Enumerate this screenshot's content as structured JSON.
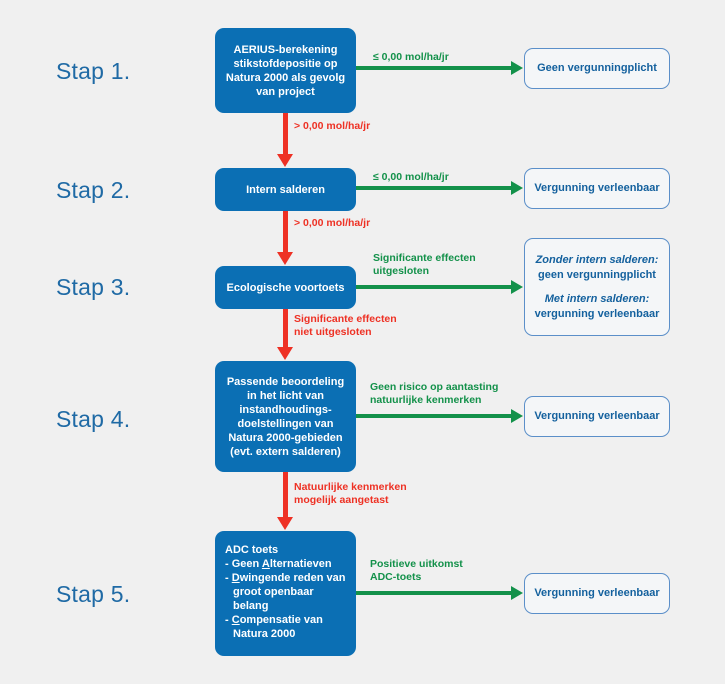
{
  "colors": {
    "background": "#f0f0f0",
    "process_blue": "#0b6fb4",
    "outcome_border": "#5b8fc9",
    "outcome_text": "#14619e",
    "step_label": "#1f6aa5",
    "arrow_green": "#13914a",
    "arrow_red": "#ee3124"
  },
  "steps": [
    {
      "label": "Stap 1."
    },
    {
      "label": "Stap 2."
    },
    {
      "label": "Stap 3."
    },
    {
      "label": "Stap 4."
    },
    {
      "label": "Stap 5."
    }
  ],
  "process_boxes": [
    {
      "id": "aerius-berekening",
      "lines": [
        "AERIUS-berekening",
        "stikstofdepositie op",
        "Natura 2000 als gevolg",
        "van project"
      ]
    },
    {
      "id": "intern-salderen",
      "lines": [
        "Intern salderen"
      ]
    },
    {
      "id": "ecologische-voortoets",
      "lines": [
        "Ecologische voortoets"
      ]
    },
    {
      "id": "passende-beoordeling",
      "lines": [
        "Passende beoordeling",
        "in het licht van",
        "instandhoudings-",
        "doelstellingen van",
        "Natura 2000-gebieden",
        "(evt. extern salderen)"
      ]
    },
    {
      "id": "adc-toets",
      "title": "ADC toets",
      "bullets": [
        {
          "prefix": "- Geen ",
          "underline": "A",
          "rest": "lternatieven"
        },
        {
          "prefix": "- ",
          "underline": "D",
          "rest": "wingende reden van"
        },
        {
          "indent": "groot openbaar"
        },
        {
          "indent": "belang"
        },
        {
          "prefix": "- ",
          "underline": "C",
          "rest": "ompensatie van"
        },
        {
          "indent": "Natura 2000"
        }
      ]
    }
  ],
  "outcome_boxes": [
    {
      "id": "geen-vergunningplicht",
      "lines": [
        {
          "text": "Geen vergunningplicht",
          "italic": false
        }
      ]
    },
    {
      "id": "vergunning-verleenbaar-2",
      "lines": [
        {
          "text": "Vergunning verleenbaar",
          "italic": false
        }
      ]
    },
    {
      "id": "intern-salderen-uitkomst",
      "lines": [
        {
          "text": "Zonder intern salderen:",
          "italic": true
        },
        {
          "text": "geen vergunningplicht",
          "italic": false
        },
        {
          "text": "",
          "spacer": true
        },
        {
          "text": "Met intern salderen:",
          "italic": true
        },
        {
          "text": "vergunning verleenbaar",
          "italic": false
        }
      ]
    },
    {
      "id": "vergunning-verleenbaar-4",
      "lines": [
        {
          "text": "Vergunning verleenbaar",
          "italic": false
        }
      ]
    },
    {
      "id": "vergunning-verleenbaar-5",
      "lines": [
        {
          "text": "Vergunning verleenbaar",
          "italic": false
        }
      ]
    }
  ],
  "edge_labels": {
    "green": [
      {
        "id": "green-1",
        "lines": [
          "≤ 0,00 mol/ha/jr"
        ]
      },
      {
        "id": "green-2",
        "lines": [
          "≤ 0,00 mol/ha/jr"
        ]
      },
      {
        "id": "green-3",
        "lines": [
          "Significante effecten",
          "uitgesloten"
        ]
      },
      {
        "id": "green-4",
        "lines": [
          "Geen risico op aantasting",
          "natuurlijke kenmerken"
        ]
      },
      {
        "id": "green-5",
        "lines": [
          "Positieve uitkomst",
          "ADC-toets"
        ]
      }
    ],
    "red": [
      {
        "id": "red-1",
        "lines": [
          "> 0,00 mol/ha/jr"
        ]
      },
      {
        "id": "red-2",
        "lines": [
          "> 0,00 mol/ha/jr"
        ]
      },
      {
        "id": "red-3",
        "lines": [
          "Significante effecten",
          "niet uitgesloten"
        ]
      },
      {
        "id": "red-4",
        "lines": [
          "Natuurlijke kenmerken",
          "mogelijk aangetast"
        ]
      }
    ]
  }
}
